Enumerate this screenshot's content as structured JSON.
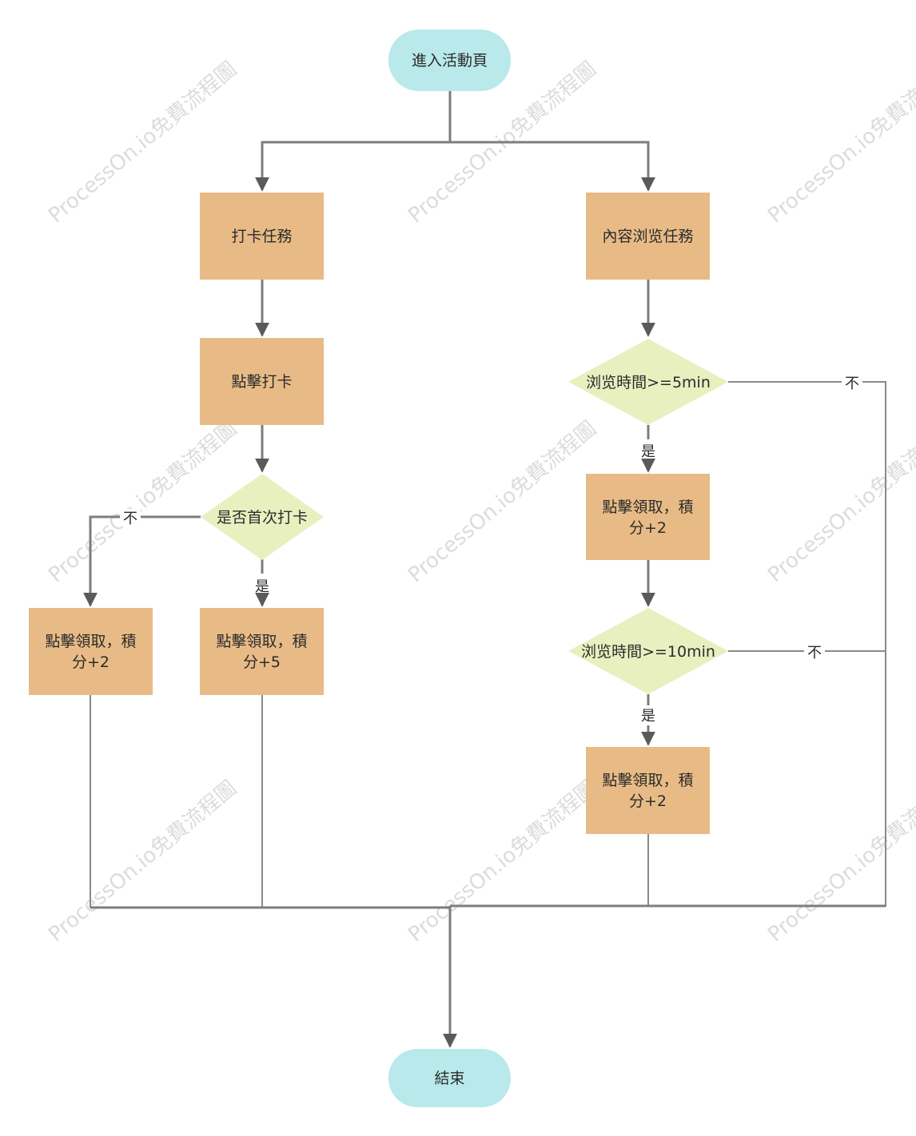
{
  "watermark": "ProcessOn.io免費流程圖",
  "colors": {
    "terminal": "#b9e9ea",
    "process": "#e8bb86",
    "decision": "#e8f0c0",
    "line": "#7d7d7d"
  },
  "nodes": {
    "start": "進入活動頁",
    "checkin_task": "打卡任務",
    "browse_task": "內容浏览任務",
    "click_checkin": "點擊打卡",
    "first_checkin_q": "是否首次打卡",
    "claim_plus2_left": [
      "點擊領取，積",
      "分+2"
    ],
    "claim_plus5": [
      "點擊領取，積",
      "分+5"
    ],
    "browse_5min_q": "浏览時間>=5min",
    "claim_plus2_mid": [
      "點擊領取，積",
      "分+2"
    ],
    "browse_10min_q": "浏览時間>=10min",
    "claim_plus2_bottom": [
      "點擊領取，積",
      "分+2"
    ],
    "end": "結束"
  },
  "edge_labels": {
    "no_first": "不",
    "yes_first": "是",
    "yes_5min": "是",
    "no_5min": "不",
    "yes_10min": "是",
    "no_10min": "不"
  }
}
